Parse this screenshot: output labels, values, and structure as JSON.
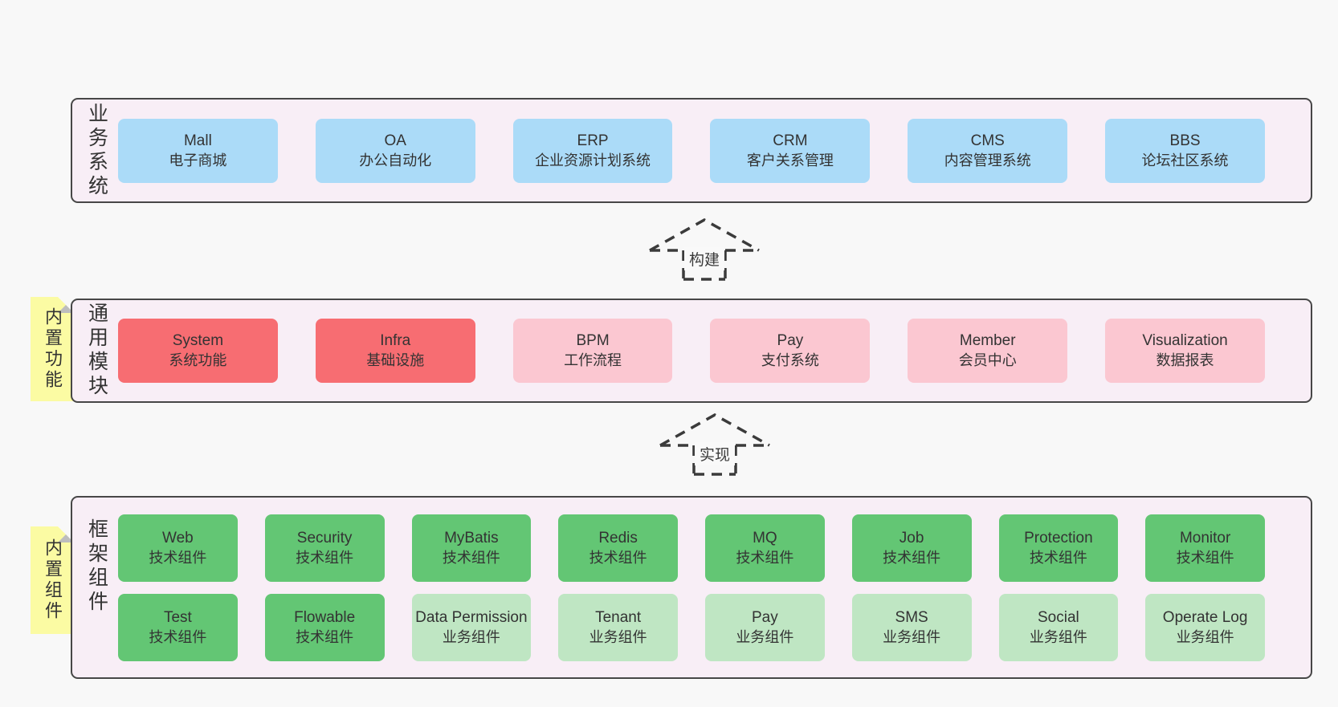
{
  "colors": {
    "page_bg": "#f8f8f8",
    "band_bg": "#f8eef6",
    "band_border": "#474747",
    "blue_box": "#abdbf8",
    "red_box": "#f76d72",
    "pink_box": "#fbc7d1",
    "green_box": "#63c674",
    "lightgreen_box": "#bfe6c3",
    "note_bg": "#fbfba3",
    "text": "#333333"
  },
  "arrows": [
    {
      "label": "构建"
    },
    {
      "label": "实现"
    }
  ],
  "bands": [
    {
      "id": "business-systems",
      "label": "业务系统",
      "note": null,
      "rows": [
        [
          {
            "name": "Mall",
            "desc": "电子商城",
            "variant": "blue"
          },
          {
            "name": "OA",
            "desc": "办公自动化",
            "variant": "blue"
          },
          {
            "name": "ERP",
            "desc": "企业资源计划系统",
            "variant": "blue"
          },
          {
            "name": "CRM",
            "desc": "客户关系管理",
            "variant": "blue"
          },
          {
            "name": "CMS",
            "desc": "内容管理系统",
            "variant": "blue"
          },
          {
            "name": "BBS",
            "desc": "论坛社区系统",
            "variant": "blue"
          }
        ]
      ]
    },
    {
      "id": "common-modules",
      "label": "通用模块",
      "note": "内置功能",
      "rows": [
        [
          {
            "name": "System",
            "desc": "系统功能",
            "variant": "red"
          },
          {
            "name": "Infra",
            "desc": "基础设施",
            "variant": "red"
          },
          {
            "name": "BPM",
            "desc": "工作流程",
            "variant": "pink"
          },
          {
            "name": "Pay",
            "desc": "支付系统",
            "variant": "pink"
          },
          {
            "name": "Member",
            "desc": "会员中心",
            "variant": "pink"
          },
          {
            "name": "Visualization",
            "desc": "数据报表",
            "variant": "pink"
          }
        ]
      ]
    },
    {
      "id": "framework-components",
      "label": "框架组件",
      "note": "内置组件",
      "rows": [
        [
          {
            "name": "Web",
            "desc": "技术组件",
            "variant": "green"
          },
          {
            "name": "Security",
            "desc": "技术组件",
            "variant": "green"
          },
          {
            "name": "MyBatis",
            "desc": "技术组件",
            "variant": "green"
          },
          {
            "name": "Redis",
            "desc": "技术组件",
            "variant": "green"
          },
          {
            "name": "MQ",
            "desc": "技术组件",
            "variant": "green"
          },
          {
            "name": "Job",
            "desc": "技术组件",
            "variant": "green"
          },
          {
            "name": "Protection",
            "desc": "技术组件",
            "variant": "green"
          },
          {
            "name": "Monitor",
            "desc": "技术组件",
            "variant": "green"
          }
        ],
        [
          {
            "name": "Test",
            "desc": "技术组件",
            "variant": "green"
          },
          {
            "name": "Flowable",
            "desc": "技术组件",
            "variant": "green"
          },
          {
            "name": "Data Permission",
            "desc": "业务组件",
            "variant": "lightgreen"
          },
          {
            "name": "Tenant",
            "desc": "业务组件",
            "variant": "lightgreen"
          },
          {
            "name": "Pay",
            "desc": "业务组件",
            "variant": "lightgreen"
          },
          {
            "name": "SMS",
            "desc": "业务组件",
            "variant": "lightgreen"
          },
          {
            "name": "Social",
            "desc": "业务组件",
            "variant": "lightgreen"
          },
          {
            "name": "Operate Log",
            "desc": "业务组件",
            "variant": "lightgreen"
          }
        ]
      ]
    }
  ]
}
